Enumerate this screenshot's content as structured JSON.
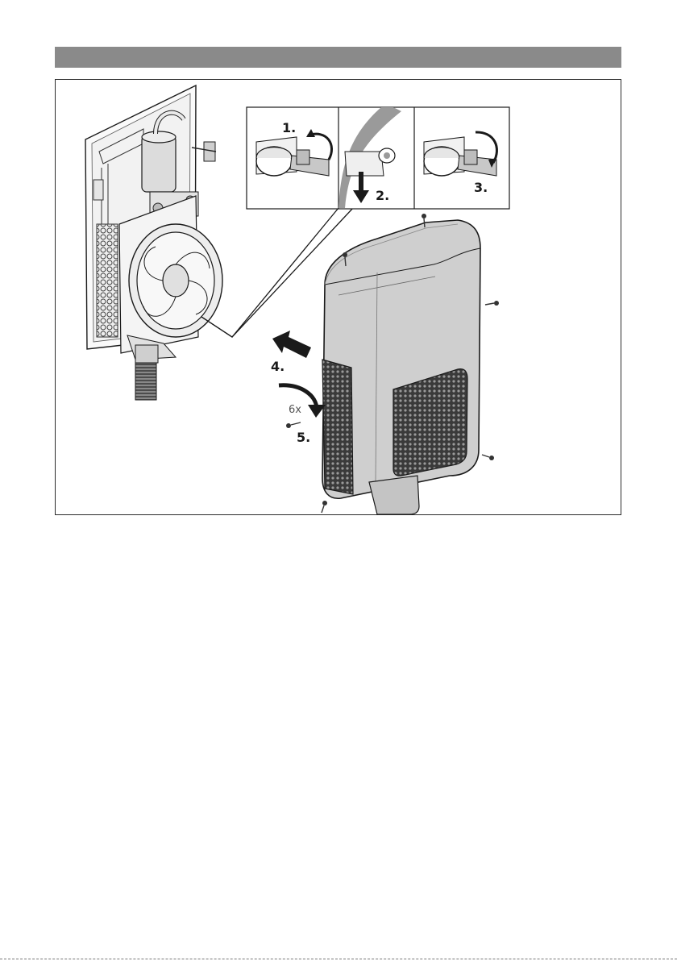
{
  "steps": {
    "step1": "1.",
    "step2": "2.",
    "step3": "3.",
    "step4": "4.",
    "step5": "5.",
    "screw_count": "6x"
  },
  "colors": {
    "header_bar": "#8a8a8a",
    "cover_fill": "#cfcfcf",
    "detail_fill": "#d4d4d4",
    "line": "#1a1a1a"
  }
}
